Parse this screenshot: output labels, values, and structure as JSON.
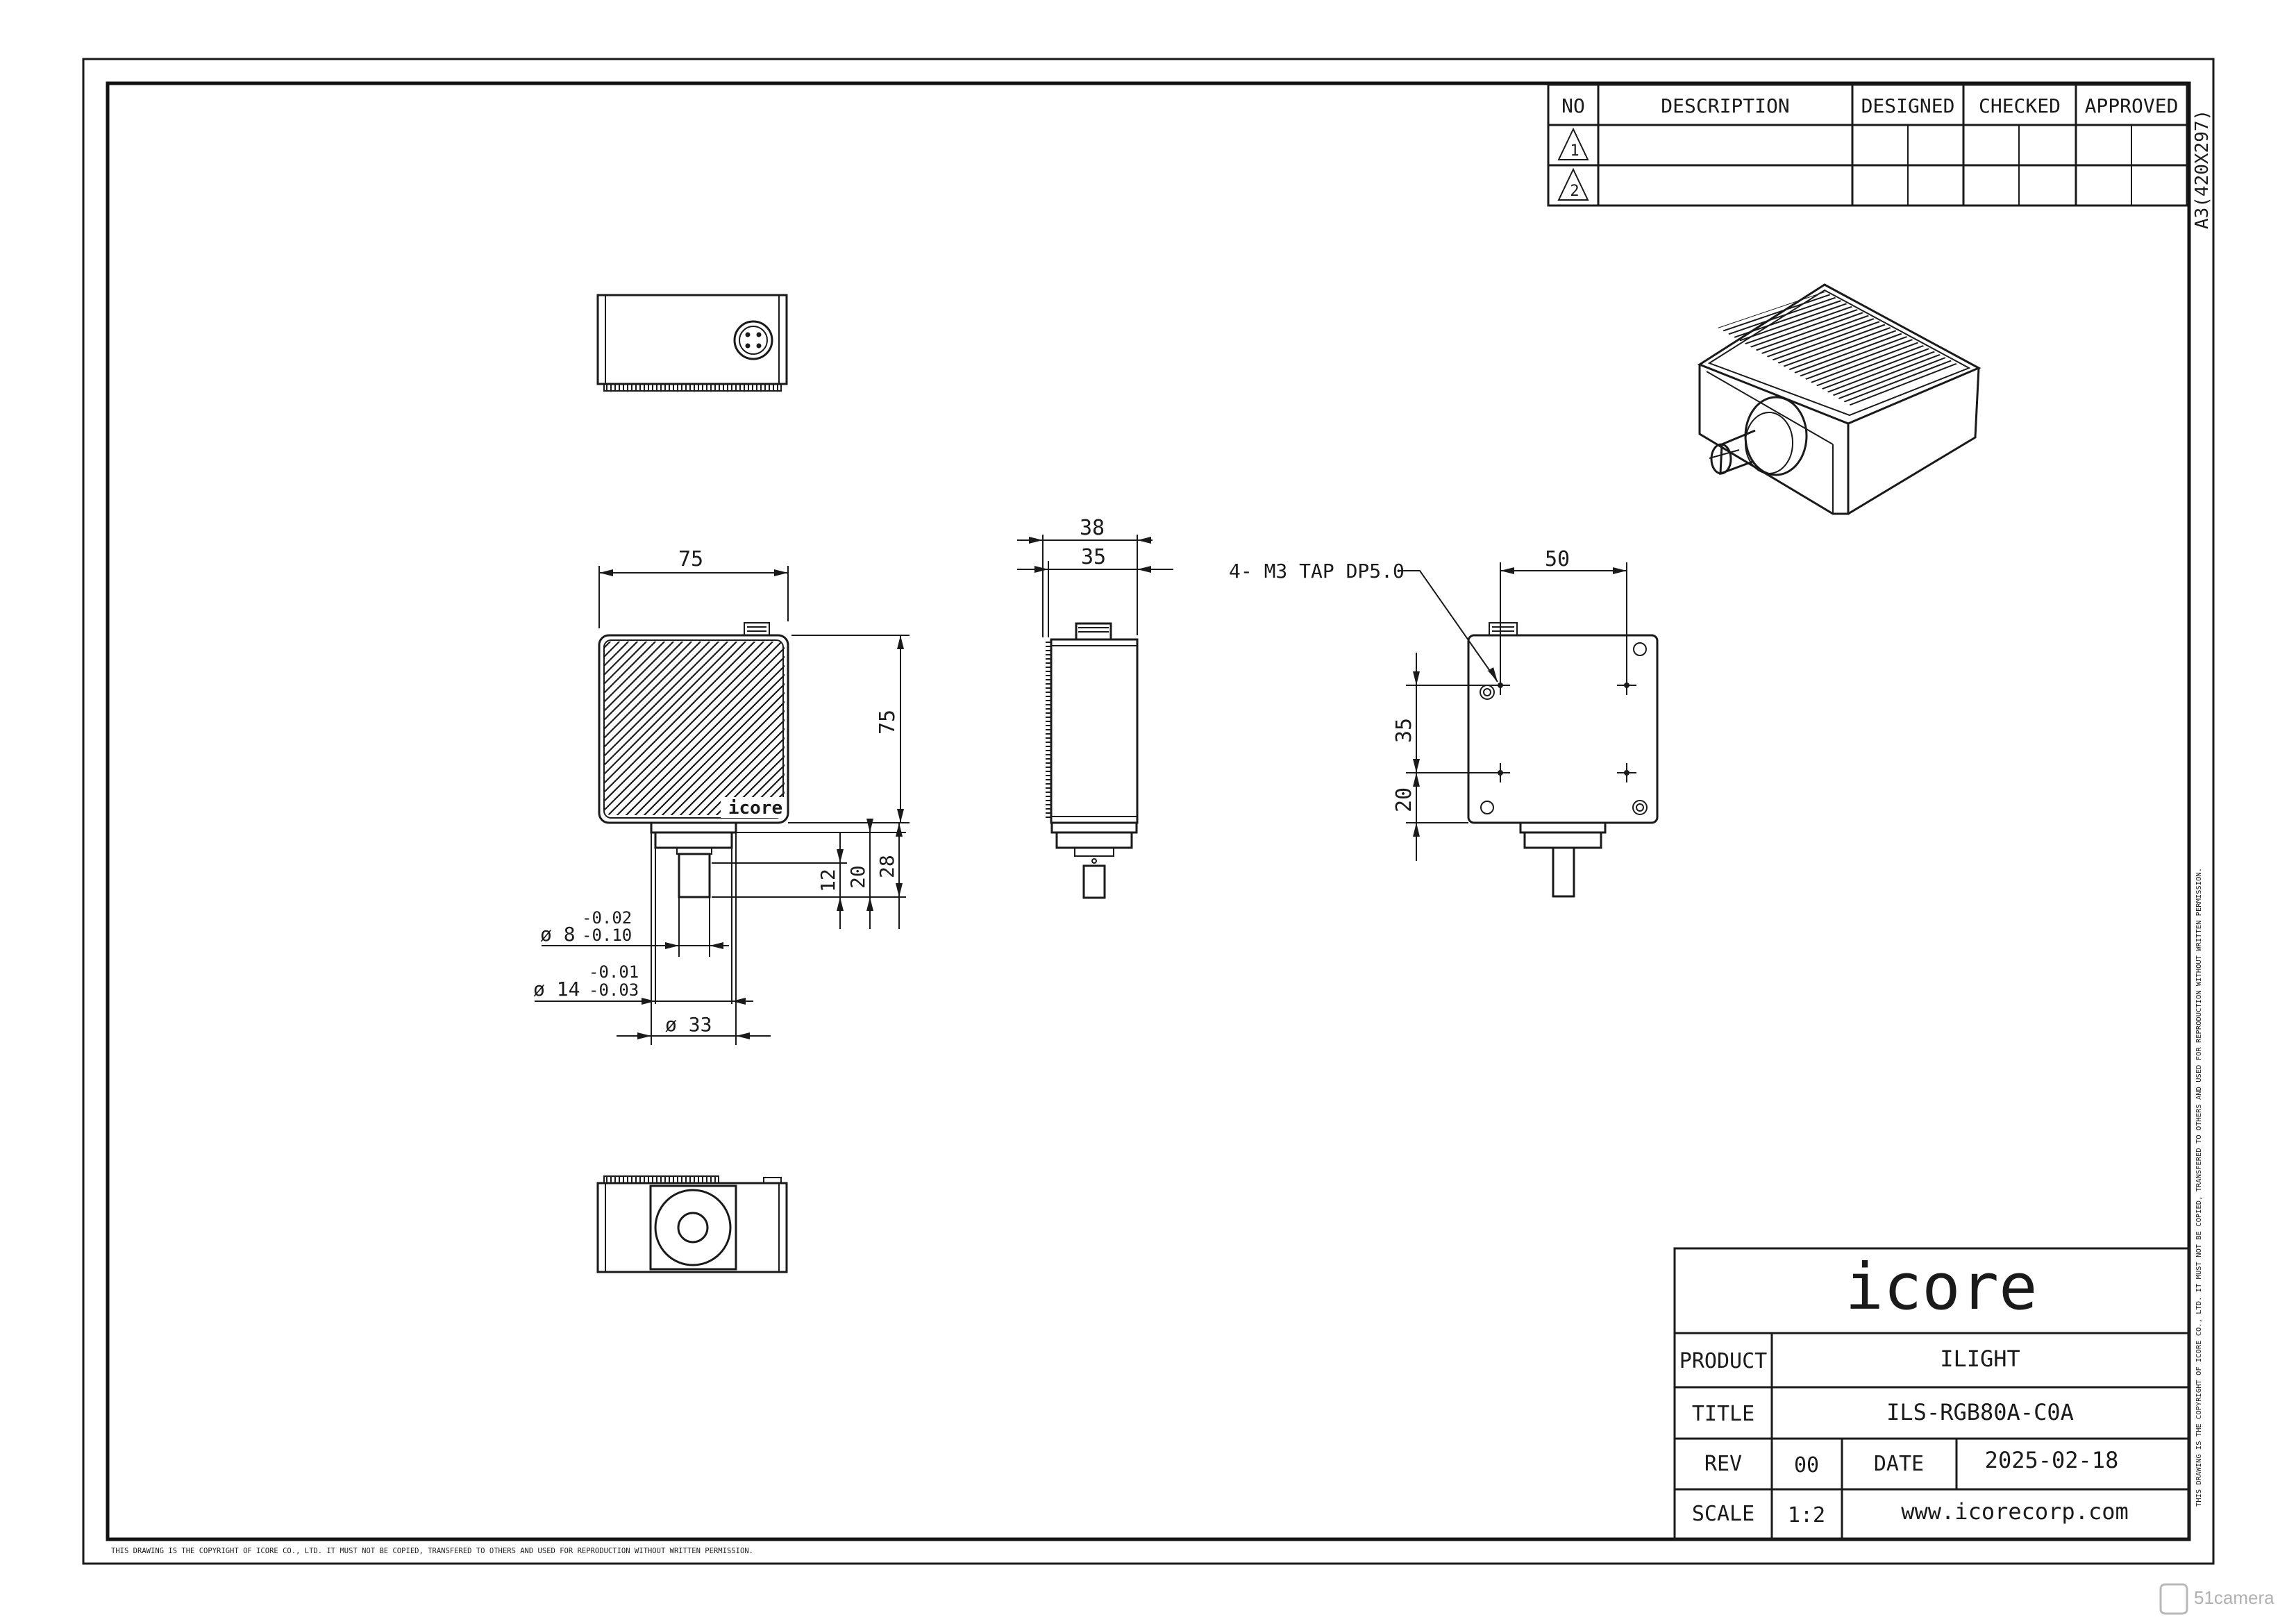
{
  "revision_table": {
    "headers": {
      "no": "NO",
      "description": "DESCRIPTION",
      "designed": "DESIGNED",
      "checked": "CHECKED",
      "approved": "APPROVED"
    },
    "rows": [
      {
        "no": "1"
      },
      {
        "no": "2"
      }
    ]
  },
  "paper_size": "A3(420X297)",
  "copyright_notice": "THIS DRAWING IS THE COPYRIGHT OF ICORE CO., LTD. IT MUST NOT BE COPIED, TRANSFERED TO OTHERS AND USED FOR REPRODUCTION WITHOUT WRITTEN PERMISSION.",
  "title_block": {
    "logo": "icore",
    "product_label": "PRODUCT",
    "product_value": "ILIGHT",
    "title_label": "TITLE",
    "title_value": "ILS-RGB80A-C0A",
    "rev_label": "REV",
    "rev_value": "00",
    "date_label": "DATE",
    "date_value": "2025-02-18",
    "scale_label": "SCALE",
    "scale_value": "1:2",
    "website": "www.icorecorp.com"
  },
  "front_view": {
    "logo": "icore",
    "dims": {
      "width": "75",
      "height": "75",
      "h12": "12",
      "h20": "20",
      "h28": "28",
      "phi8": "ø 8",
      "phi8_tol_up": "-0.02",
      "phi8_tol_dn": "-0.10",
      "phi14": "ø 14",
      "phi14_tol_up": "-0.01",
      "phi14_tol_dn": "-0.03",
      "phi33": "ø 33"
    }
  },
  "side_view": {
    "dims": {
      "d38": "38",
      "d35": "35"
    }
  },
  "back_view": {
    "dims": {
      "d50": "50",
      "d35": "35",
      "d20": "20",
      "tap_note": "4- M3 TAP DP5.0"
    }
  },
  "watermark": "51camera"
}
